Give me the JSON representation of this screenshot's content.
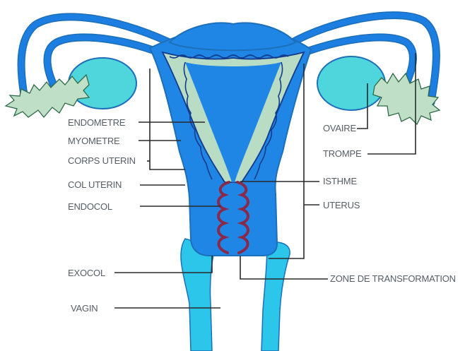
{
  "labels": {
    "endometre": "ENDOMETRE",
    "myometre": "MYOMETRE",
    "corps_uterin": "CORPS UTERIN",
    "col_uterin": "COL UTERIN",
    "endocol": "ENDOCOL",
    "exocol": "EXOCOL",
    "vagin": "VAGIN",
    "ovaire": "OVAIRE",
    "trompe": "TROMPE",
    "isthme": "ISTHME",
    "uterus": "UTERUS",
    "zone_transformation": "ZONE DE TRANSFORMATION"
  },
  "colors": {
    "tube_blue": "#1b7ee0",
    "uterus_blue": "#1f86e6",
    "ovary_cyan": "#4fd6dc",
    "fimbria_green": "#bfe0c6",
    "endometrium_green": "#b8dcc4",
    "vagina_cyan": "#2bc6ea",
    "endocol_red": "#8a2a4a",
    "outline_dark": "#143a8a"
  }
}
